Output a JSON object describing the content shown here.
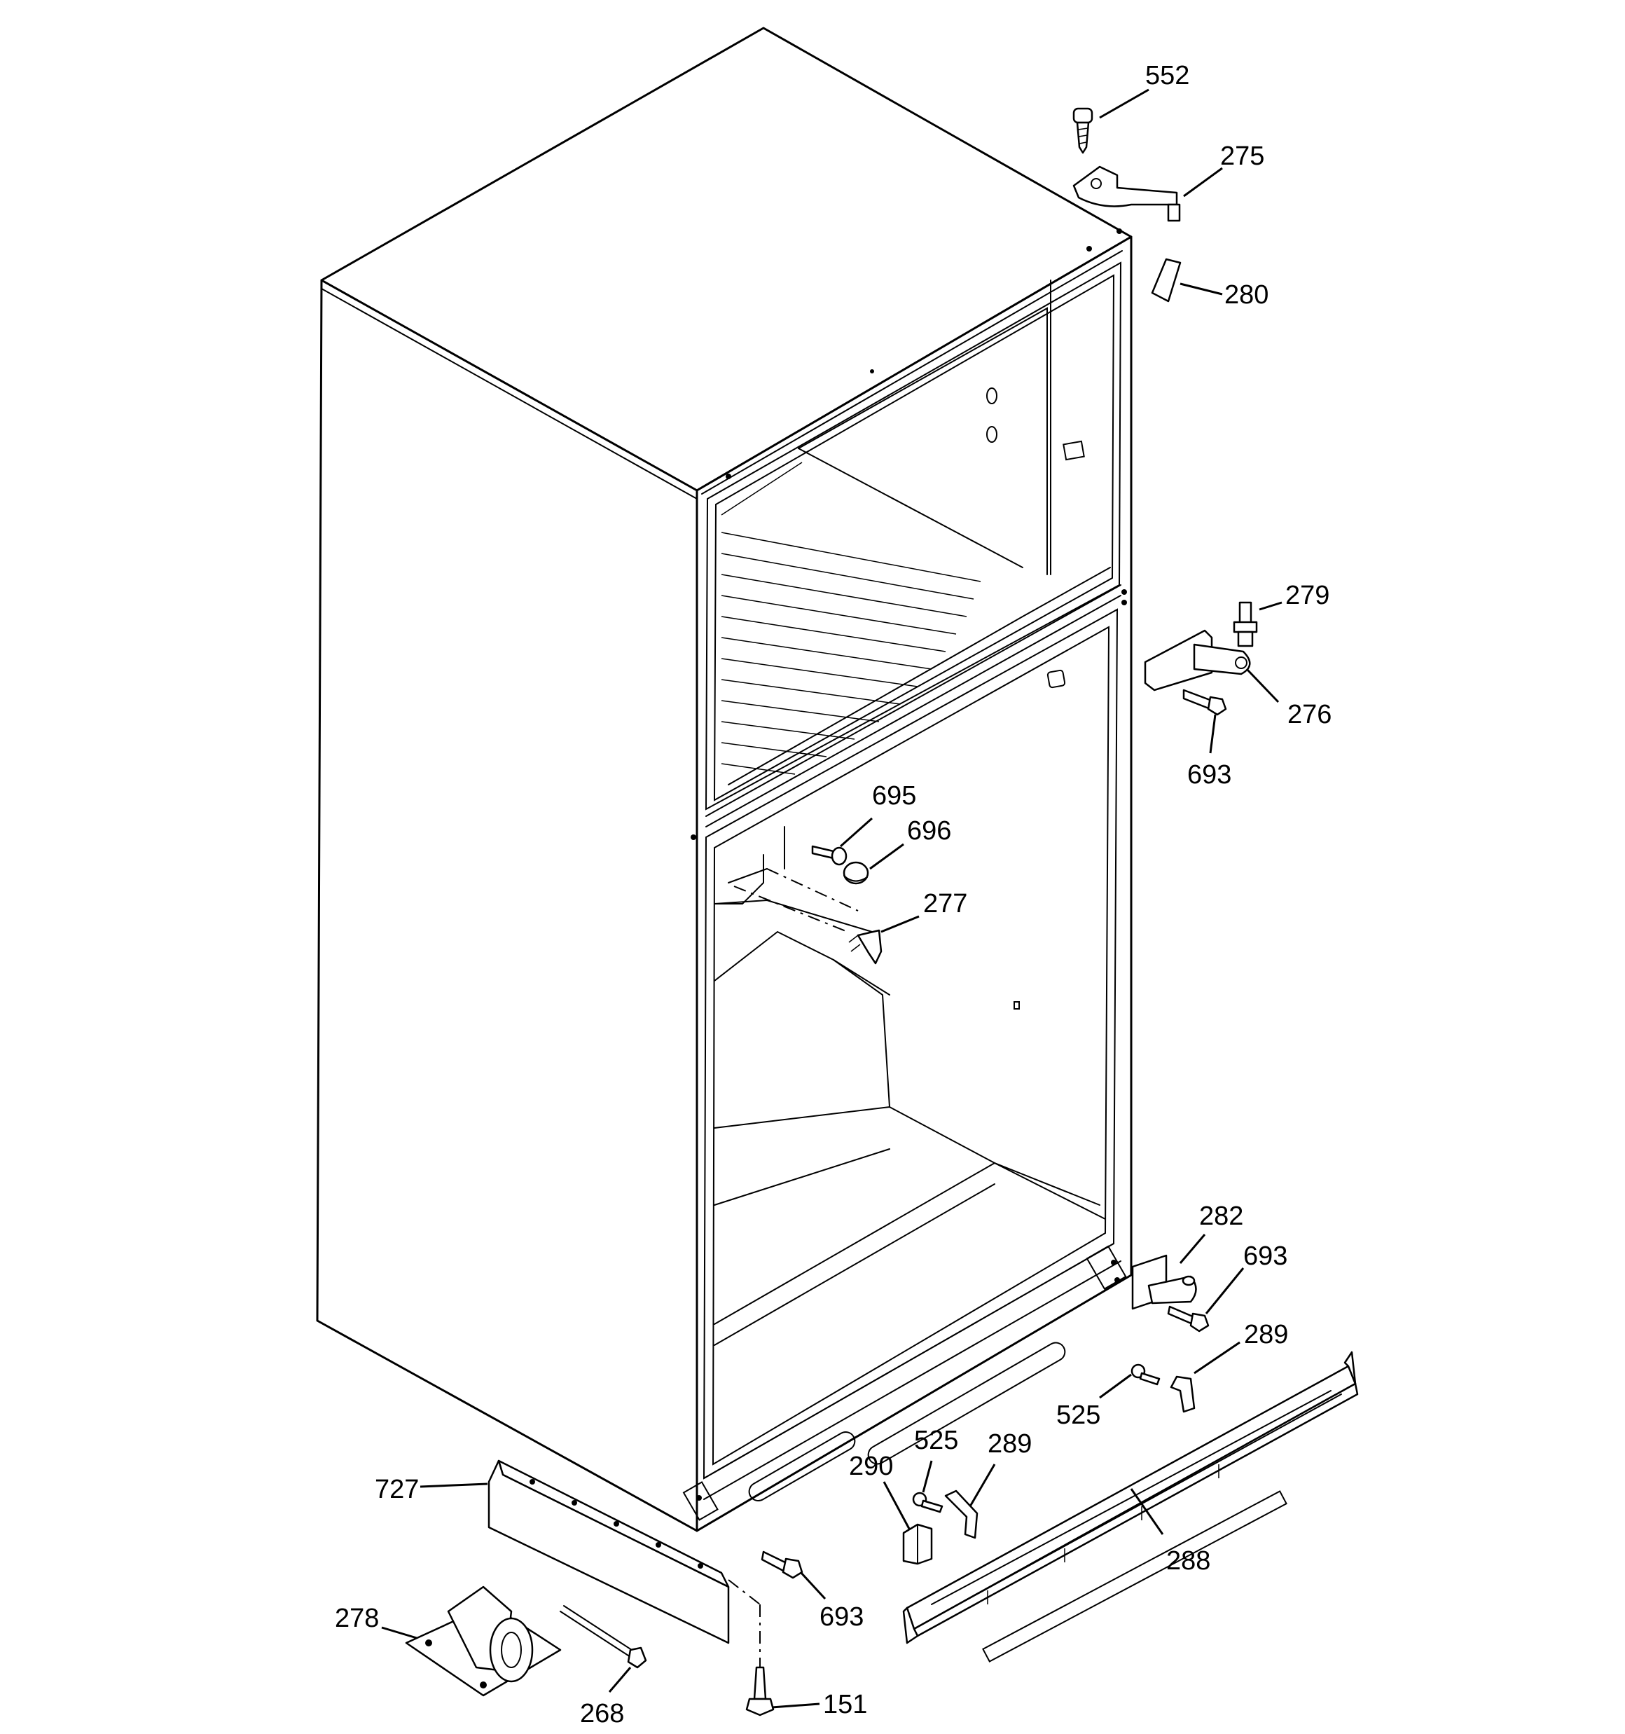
{
  "callouts": [
    {
      "id": "552",
      "label": "552"
    },
    {
      "id": "275",
      "label": "275"
    },
    {
      "id": "280",
      "label": "280"
    },
    {
      "id": "279",
      "label": "279"
    },
    {
      "id": "276",
      "label": "276"
    },
    {
      "id": "693-upper",
      "label": "693"
    },
    {
      "id": "695",
      "label": "695"
    },
    {
      "id": "696",
      "label": "696"
    },
    {
      "id": "277",
      "label": "277"
    },
    {
      "id": "282",
      "label": "282"
    },
    {
      "id": "693-right",
      "label": "693"
    },
    {
      "id": "289-right",
      "label": "289"
    },
    {
      "id": "525-right",
      "label": "525"
    },
    {
      "id": "525-center",
      "label": "525"
    },
    {
      "id": "289-center",
      "label": "289"
    },
    {
      "id": "290",
      "label": "290"
    },
    {
      "id": "288",
      "label": "288"
    },
    {
      "id": "727",
      "label": "727"
    },
    {
      "id": "693-lower",
      "label": "693"
    },
    {
      "id": "278",
      "label": "278"
    },
    {
      "id": "268",
      "label": "268"
    },
    {
      "id": "151",
      "label": "151"
    }
  ]
}
